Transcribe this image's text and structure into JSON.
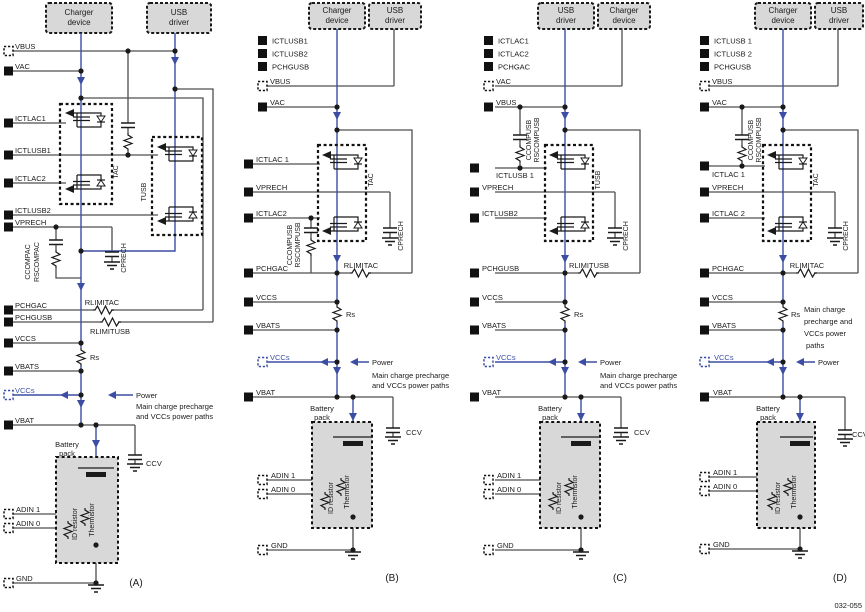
{
  "figure": {
    "code": "032-055"
  },
  "boxes": {
    "charger": [
      "Charger",
      "device"
    ],
    "usb": [
      "USB",
      "driver"
    ]
  },
  "legend": {
    "power": "Power",
    "note2": [
      "Main charge precharge",
      "and VCCs power paths"
    ],
    "note4": [
      "Main charge",
      "precharge and",
      "VCCs power",
      "paths"
    ]
  },
  "battery": {
    "title": [
      "Battery",
      "pack"
    ],
    "id_resistor": "ID resistor",
    "thermistor": "Thermistor"
  },
  "common": {
    "rs": "Rs",
    "ccv": "CCV",
    "cprech": "CPRECH"
  },
  "colors": {
    "power_path_blue": "#3b4ea4",
    "wire_gray": "#4f4f4f",
    "box_fill": "#d8d8d8"
  },
  "panels": [
    {
      "tag": "(A)",
      "pins": {
        "vbus": "VBUS",
        "vac": "VAC",
        "ictlac1": "ICTLAC1",
        "ictlusb1": "ICTLUSB1",
        "ictlac2": "ICTLAC2",
        "ictlusb2": "ICTLUSB2",
        "vprech": "VPRECH",
        "pchgac": "PCHGAC",
        "pchgusb": "PCHGUSB",
        "vccs": "VCCS",
        "vbats": "VBATS",
        "vccs_out": "VCCs",
        "vbat": "VBAT",
        "adin1": "ADIN 1",
        "adin0": "ADIN 0",
        "gnd": "GND"
      },
      "labels": {
        "tac": "TAC",
        "tusb": "TUSB",
        "ccomp": "CCOMPAC",
        "rscomp": "RSCOMPAC",
        "rlimitac": "RLIMITAC",
        "rlimitusb": "RLIMITUSB"
      }
    },
    {
      "tag": "(B)",
      "stack": [
        "ICTLUSB1",
        "ICTLUSB2",
        "PCHGUSB"
      ],
      "pins": {
        "vbus": "VBUS",
        "vac": "VAC",
        "ictl1": "ICTLAC 1",
        "vprech": "VPRECH",
        "ictl2": "ICTLAC2",
        "pchg": "PCHGAC",
        "vccs": "VCCS",
        "vbats": "VBATS",
        "vccs_out": "VCCs",
        "vbat": "VBAT",
        "adin1": "ADIN 1",
        "adin0": "ADIN 0",
        "gnd": "GND"
      },
      "labels": {
        "tbox": "TAC",
        "ccomp": "CCOMPUSB",
        "rscomp": "RSCOMPUSB",
        "rlimit": "RLIMITAC"
      }
    },
    {
      "tag": "(C)",
      "stack": [
        "ICTLAC1",
        "ICTLAC2",
        "PCHGAC"
      ],
      "pins": {
        "vac": "VAC",
        "vbus": "VBUS",
        "ictl1": "ICTLUSB 1",
        "vprech": "VPRECH",
        "ictl2": "ICTLUSB2",
        "pchg": "PCHGUSB",
        "vccs": "VCCS",
        "vbats": "VBATS",
        "vccs_out": "VCCs",
        "vbat": "VBAT",
        "adin1": "ADIN 1",
        "adin0": "ADIN 0",
        "gnd": "GND"
      },
      "labels": {
        "tbox": "TUSB",
        "ccomp": "CCOMPUSB",
        "rscomp": "RSCOMPUSB",
        "rlimit": "RLIMITUSB"
      }
    },
    {
      "tag": "(D)",
      "stack": [
        "ICTLUSB 1",
        "ICTLUSB 2",
        "PCHGUSB"
      ],
      "pins": {
        "vbus": "VBUS",
        "vac": "VAC",
        "ictl1": "ICTLAC 1",
        "vprech": "VPRECH",
        "ictl2": "ICTLAC 2",
        "pchg": "PCHGAC",
        "vccs": "VCCS",
        "vbats": "VBATS",
        "vccs_out": "VCCs",
        "vbat": "VBAT",
        "adin1": "ADIN 1",
        "adin0": "ADIN 0",
        "gnd": "GND"
      },
      "labels": {
        "tbox": "TAC",
        "ccomp": "CCOMPUSB",
        "rscomp": "RSCOMPUSB",
        "rlimit": "RLIMITAC"
      }
    }
  ]
}
